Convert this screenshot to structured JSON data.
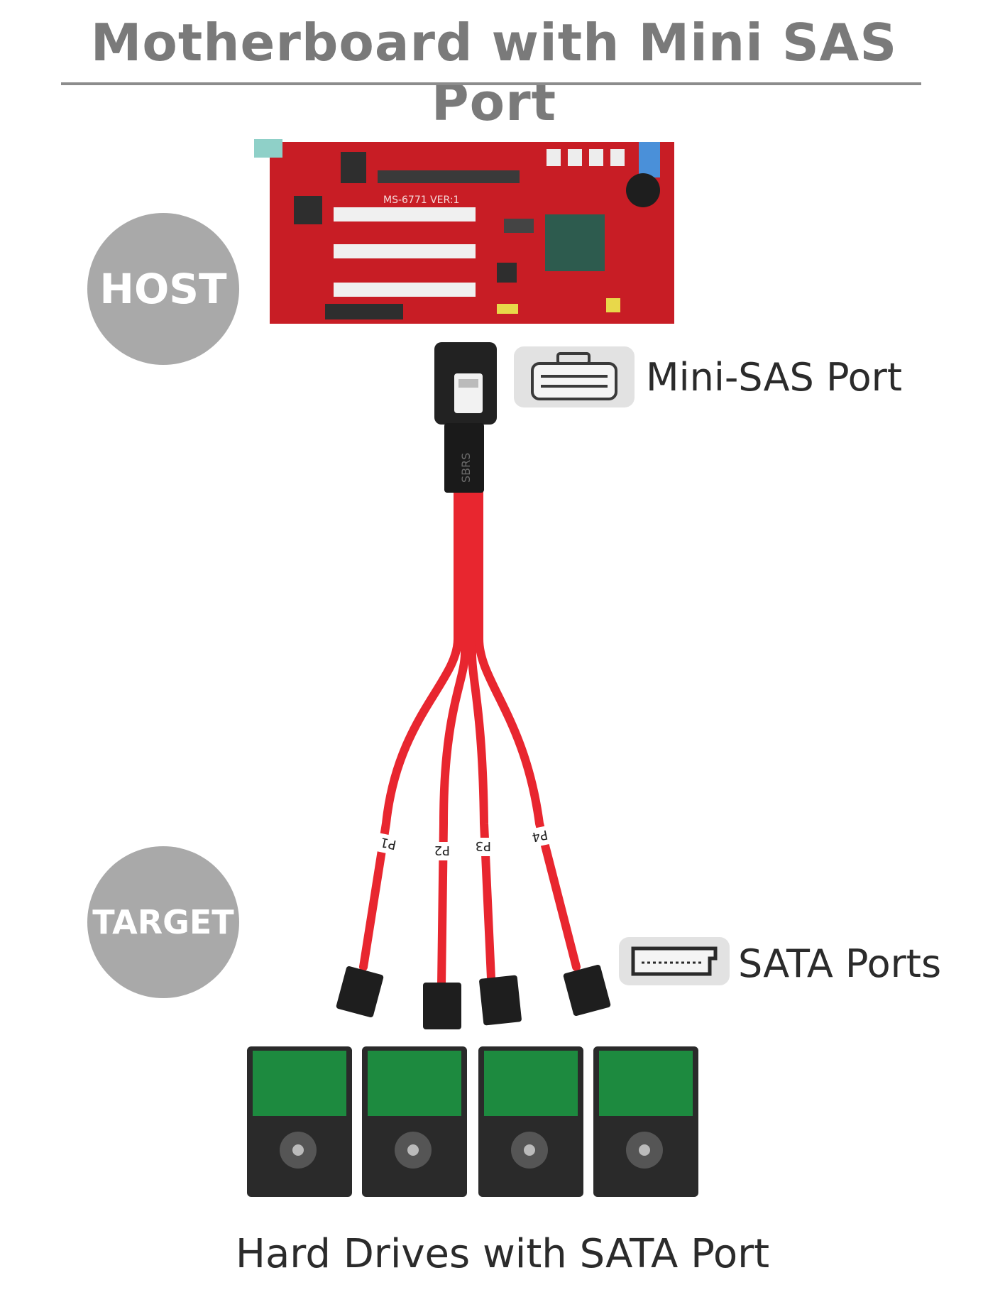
{
  "title": "Motherboard with Mini SAS Port",
  "badges": {
    "host": "HOST",
    "target": "TARGET"
  },
  "ports": {
    "mini_sas": {
      "label": "Mini-SAS Port",
      "icon": "mini-sas-port-icon"
    },
    "sata": {
      "label": "SATA Ports",
      "icon": "sata-port-icon"
    }
  },
  "motherboard": {
    "model_text": "MS-6771 VER:1"
  },
  "cable": {
    "brand_text": "SBRS",
    "leads": [
      "P1",
      "P2",
      "P3",
      "P4"
    ],
    "color": "#e8262f"
  },
  "drives_count": 4,
  "footer": "Hard Drives with SATA Port"
}
